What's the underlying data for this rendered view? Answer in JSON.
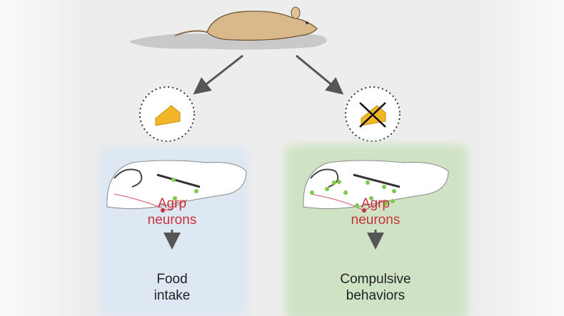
{
  "left_panel": {
    "label_top": "Agrp",
    "label_bottom": "neurons",
    "outcome_line1": "Food",
    "outcome_line2": "intake",
    "color": "#dde8f2"
  },
  "right_panel": {
    "label_top": "Agrp",
    "label_bottom": "neurons",
    "outcome_line1": "Compulsive",
    "outcome_line2": "behaviors",
    "color": "#cfe3c4"
  },
  "colors": {
    "neuron_text": "#c8323c",
    "neuron_dot": "#7ccb4a",
    "arrow": "#555555"
  }
}
